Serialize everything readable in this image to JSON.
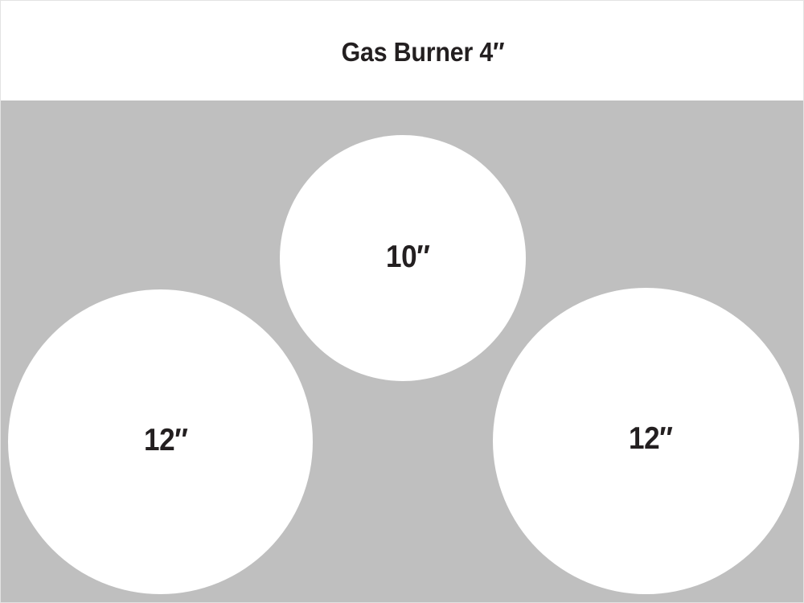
{
  "header": {
    "title": "Gas Burner 4″"
  },
  "colors": {
    "background_gray": "#bfbfbf",
    "header_white": "#ffffff",
    "burner_fill": "#ffffff",
    "text": "#231f20",
    "border": "#e3e3e3"
  },
  "burners": [
    {
      "id": "top-center",
      "label": "10″",
      "size_inches": 10,
      "position": "top-center"
    },
    {
      "id": "bottom-left",
      "label": "12″",
      "size_inches": 12,
      "position": "bottom-left"
    },
    {
      "id": "bottom-right",
      "label": "12″",
      "size_inches": 12,
      "position": "bottom-right"
    }
  ]
}
